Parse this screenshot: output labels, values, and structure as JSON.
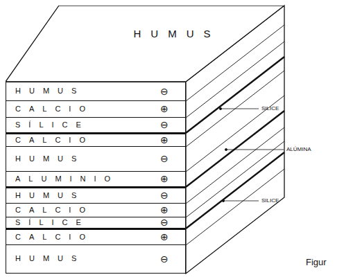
{
  "diagram": {
    "nodes": [
      {
        "text": [
          "HUMUS"
        ]
      },
      {
        "text": [
          "HUMUS",
          "⊖"
        ]
      },
      {
        "text": [
          "CALCIO",
          "⊕"
        ]
      },
      {
        "text": [
          "SÍLICE",
          "⊖"
        ]
      },
      {
        "text": [
          "CALCIO",
          "⊕"
        ]
      },
      {
        "text": [
          "HUMUS",
          "⊖"
        ]
      },
      {
        "text": [
          "ALUMINIO",
          "⊕"
        ]
      },
      {
        "text": [
          "HUMUS",
          "⊖"
        ]
      },
      {
        "text": [
          "CALCIO",
          "⊕"
        ]
      },
      {
        "text": [
          "SÍLICE",
          "⊖"
        ]
      },
      {
        "text": [
          "CALCIO",
          "⊕"
        ]
      },
      {
        "text": [
          "HUMUS",
          "⊖"
        ]
      }
    ],
    "labels": [
      "SILICE",
      "ALÚMINA",
      "SILICE",
      "Figur"
    ]
  }
}
